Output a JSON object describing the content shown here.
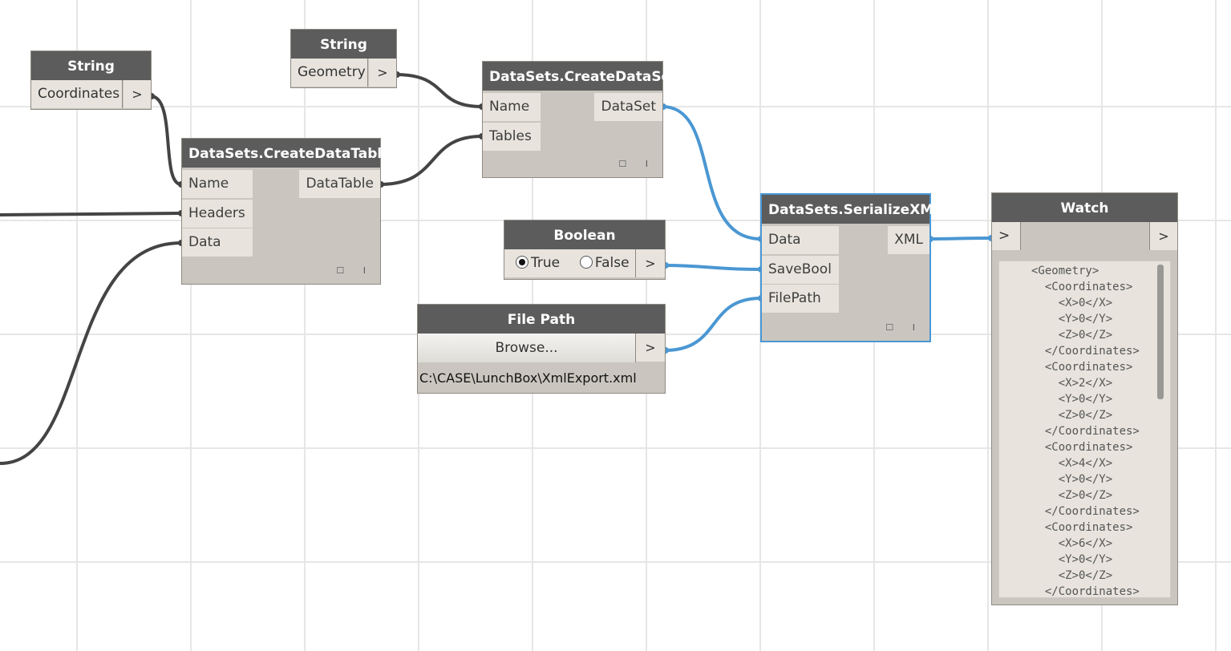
{
  "nodes": {
    "string_coordinates": {
      "title": "String",
      "value": "Coordinates",
      "output": ">"
    },
    "string_geometry": {
      "title": "String",
      "value": "Geometry",
      "output": ">"
    },
    "create_data_table": {
      "title": "DataSets.CreateDataTable",
      "inputs": [
        "Name",
        "Headers",
        "Data"
      ],
      "output": "DataTable",
      "footer_icons": "☐ I"
    },
    "create_data_set": {
      "title": "DataSets.CreateDataSet",
      "inputs": [
        "Name",
        "Tables"
      ],
      "output": "DataSet",
      "footer_icons": "☐ I"
    },
    "boolean": {
      "title": "Boolean",
      "true_label": "True",
      "false_label": "False",
      "selected": "True",
      "output": ">"
    },
    "file_path": {
      "title": "File Path",
      "button": "Browse...",
      "output": ">",
      "path": "C:\\CASE\\LunchBox\\XmlExport.xml"
    },
    "serialize_xml": {
      "title": "DataSets.SerializeXML",
      "inputs": [
        "Data",
        "SaveBool",
        "FilePath"
      ],
      "output": "XML",
      "footer_icons": "☐ I"
    },
    "watch": {
      "title": "Watch",
      "input": ">",
      "output": ">",
      "lines": [
        "<Geometry>",
        "  <Coordinates>",
        "    <X>0</X>",
        "    <Y>0</Y>",
        "    <Z>0</Z>",
        "  </Coordinates>",
        "  <Coordinates>",
        "    <X>2</X>",
        "    <Y>0</Y>",
        "    <Z>0</Z>",
        "  </Coordinates>",
        "  <Coordinates>",
        "    <X>4</X>",
        "    <Y>0</Y>",
        "    <Z>0</Z>",
        "  </Coordinates>",
        "  <Coordinates>",
        "    <X>6</X>",
        "    <Y>0</Y>",
        "    <Z>0</Z>",
        "  </Coordinates>"
      ]
    }
  },
  "colors": {
    "wire_default": "#444444",
    "wire_active": "#4a97d3",
    "node_header": "#5c5c5c",
    "node_body": "#cac6bf"
  }
}
